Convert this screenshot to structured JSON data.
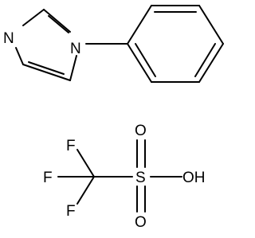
{
  "structures": [
    {
      "atoms": {
        "n3": "N",
        "n1": "N"
      }
    },
    {
      "atoms": {
        "f1": "F",
        "f2": "F",
        "f3": "F",
        "s": "S",
        "o_top": "O",
        "o_bottom": "O",
        "oh": "OH"
      }
    }
  ]
}
